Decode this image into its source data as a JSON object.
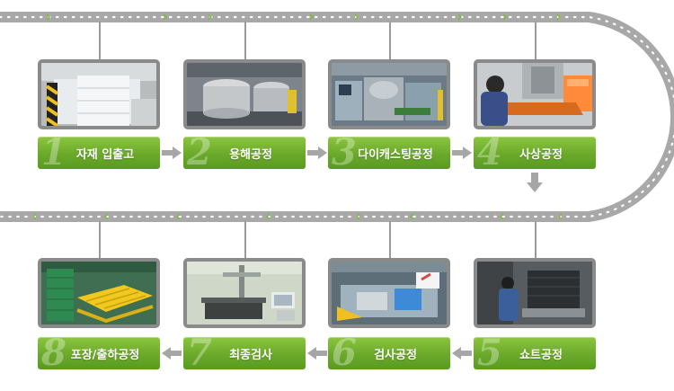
{
  "steps": [
    {
      "number": "1",
      "label": "자재 입출고",
      "photo_icon": "material-storage-photo"
    },
    {
      "number": "2",
      "label": "용해공정",
      "photo_icon": "melting-furnace-photo"
    },
    {
      "number": "3",
      "label": "다이캐스팅공정",
      "photo_icon": "die-casting-machine-photo"
    },
    {
      "number": "4",
      "label": "사상공정",
      "photo_icon": "finishing-worker-photo"
    },
    {
      "number": "5",
      "label": "쇼트공정",
      "photo_icon": "shot-blast-photo"
    },
    {
      "number": "6",
      "label": "검사공정",
      "photo_icon": "inspection-station-photo"
    },
    {
      "number": "7",
      "label": "최종검사",
      "photo_icon": "final-inspection-photo"
    },
    {
      "number": "8",
      "label": "포장/출하공정",
      "photo_icon": "packaging-shipping-photo"
    }
  ],
  "colors": {
    "step_green": "#6aa92a",
    "conveyor_gray": "#a8a8a8",
    "arrow_gray": "#a6a6a6",
    "chevron_green": "#7cbc33"
  }
}
